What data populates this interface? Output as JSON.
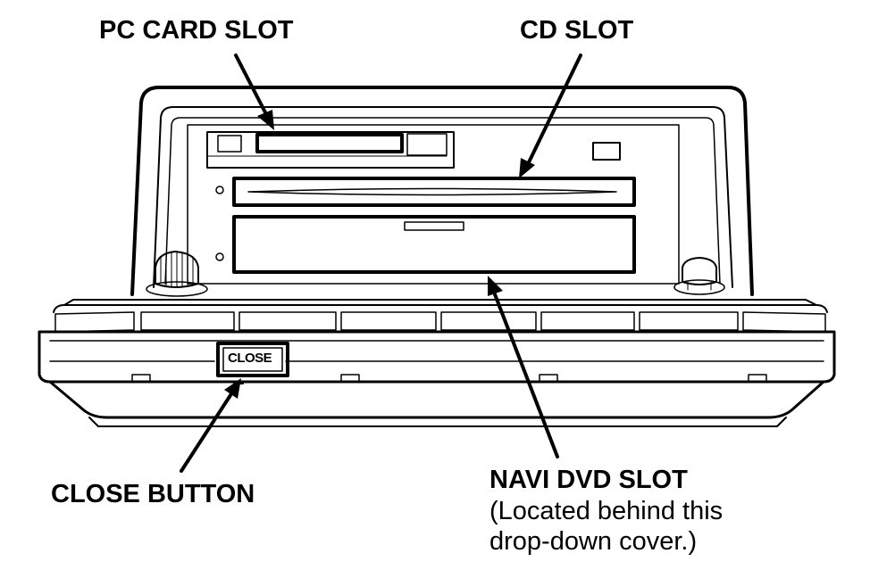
{
  "labels": {
    "pc_card_slot": "PC CARD SLOT",
    "cd_slot": "CD SLOT",
    "close_button": "CLOSE BUTTON",
    "navi_dvd_slot": "NAVI DVD SLOT",
    "navi_note_line1": "(Located behind this",
    "navi_note_line2": "drop-down cover.)"
  },
  "unit": {
    "close_key": "CLOSE"
  },
  "colors": {
    "ink": "#000000",
    "paper": "#ffffff"
  }
}
